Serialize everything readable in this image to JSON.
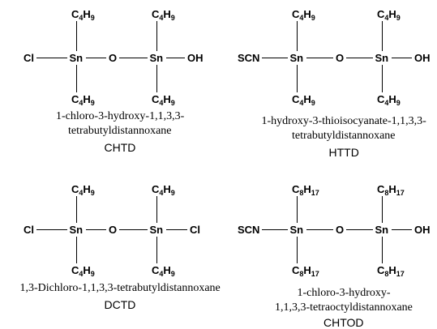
{
  "molecules": [
    {
      "left_group": "Cl",
      "metal": "Sn",
      "bridge": "O",
      "right_group": "OH",
      "alkyl_base": "C",
      "alkyl_c": "4",
      "alkyl_h_base": "H",
      "alkyl_h": "9",
      "name_line1": "1-chloro-3-hydroxy-1,1,3,3-",
      "name_line2": "tetrabutyldistannoxane",
      "abbr": "CHTD"
    },
    {
      "left_group": "SCN",
      "metal": "Sn",
      "bridge": "O",
      "right_group": "OH",
      "alkyl_base": "C",
      "alkyl_c": "4",
      "alkyl_h_base": "H",
      "alkyl_h": "9",
      "name_line1": "1-hydroxy-3-thioisocyanate-1,1,3,3-",
      "name_line2": "tetrabutyldistannoxane",
      "abbr": "HTTD"
    },
    {
      "left_group": "Cl",
      "metal": "Sn",
      "bridge": "O",
      "right_group": "Cl",
      "alkyl_base": "C",
      "alkyl_c": "4",
      "alkyl_h_base": "H",
      "alkyl_h": "9",
      "name_line1": "1,3-Dichloro-1,1,3,3-tetrabutyldistannoxane",
      "name_line2": "",
      "abbr": "DCTD"
    },
    {
      "left_group": "SCN",
      "metal": "Sn",
      "bridge": "O",
      "right_group": "OH",
      "alkyl_base": "C",
      "alkyl_c": "8",
      "alkyl_h_base": "H",
      "alkyl_h": "17",
      "name_line1": "1-chloro-3-hydroxy-",
      "name_line2": "1,1,3,3-tetraoctyldistannoxane",
      "abbr": "CHTOD"
    }
  ]
}
